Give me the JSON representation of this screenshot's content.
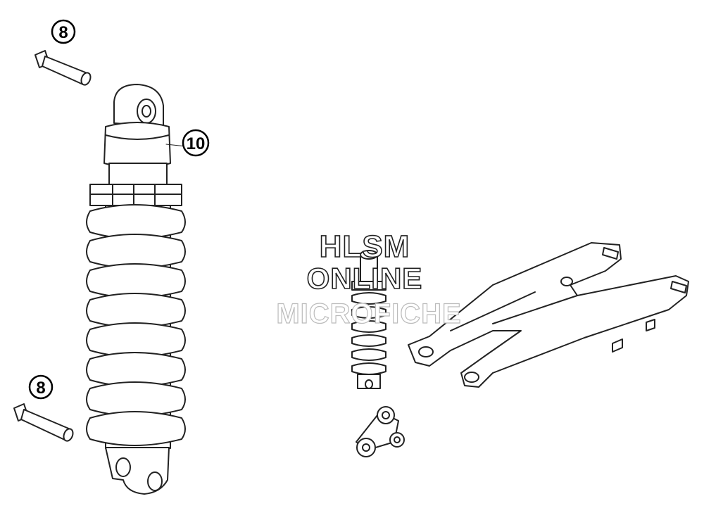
{
  "callouts": [
    {
      "id": "bolt-top",
      "label": "8"
    },
    {
      "id": "shock",
      "label": "10"
    },
    {
      "id": "bolt-bottom",
      "label": "8"
    }
  ],
  "watermark": {
    "line1": "HLSM",
    "line2": "ONLINE",
    "line3": "MICROFICHE"
  },
  "colors": {
    "line": "#222222",
    "fill": "#ffffff"
  }
}
